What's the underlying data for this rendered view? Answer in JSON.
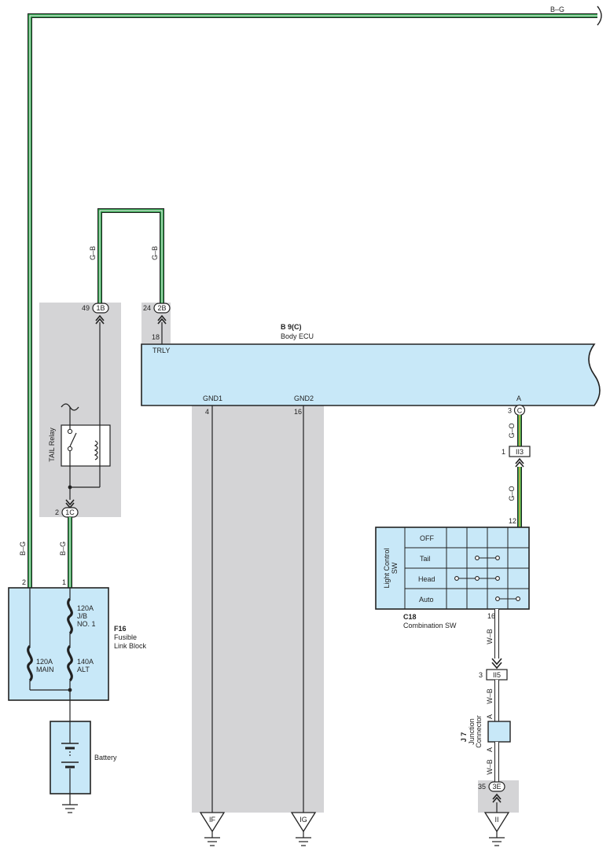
{
  "wire_colors": {
    "green": "#2e9e4a",
    "orange": "#d9b84a",
    "black": "#222222",
    "white": "#ffffff",
    "shade": "#d4d4d6",
    "fill": "#c8e8f8"
  },
  "wires": {
    "top_bg": "B–G",
    "left_bg": "B–G",
    "fuse_bg": "B–G",
    "loop_left": "G–B",
    "loop_right": "G–B",
    "go_upper": "G–O",
    "go_lower": "G–O",
    "wb_1": "W–B",
    "wb_2": "W–B",
    "wb_3": "W–B"
  },
  "connectors": {
    "c1b": {
      "pin": "49",
      "code": "1B"
    },
    "c2b": {
      "pin": "24",
      "code": "2B"
    },
    "c1c": {
      "pin": "2",
      "code": "1C"
    },
    "c3c": {
      "pin": "3",
      "code": "C"
    },
    "ii3": {
      "pin": "1",
      "code": "II3"
    },
    "ii5": {
      "pin": "3",
      "code": "II5"
    },
    "c3e": {
      "pin": "35",
      "code": "3E"
    }
  },
  "ecu": {
    "ref": "B 9(C)",
    "name": "Body ECU",
    "pin_trly": "18",
    "label_trly": "TRLY",
    "label_gnd1": "GND1",
    "pin_gnd1": "4",
    "label_gnd2": "GND2",
    "pin_gnd2": "16",
    "label_a": "A"
  },
  "relay": {
    "name": "TAIL Relay"
  },
  "fusible": {
    "ref": "F16",
    "name1": "Fusible",
    "name2": "Link Block",
    "pin_left": "2",
    "pin_right": "1",
    "fuse_jb_1": "120A",
    "fuse_jb_2": "J/B",
    "fuse_jb_3": "NO. 1",
    "fuse_main_1": "120A",
    "fuse_main_2": "MAIN",
    "fuse_alt_1": "140A",
    "fuse_alt_2": "ALT"
  },
  "battery": {
    "name": "Battery"
  },
  "switch": {
    "ref": "C18",
    "name": "Combination SW",
    "side_1": "Light Control",
    "side_2": "SW",
    "pin_top": "12",
    "pin_bottom": "16",
    "rows": [
      "OFF",
      "Tail",
      "Head",
      "Auto"
    ]
  },
  "junction": {
    "ref": "J 7",
    "name_1": "Junction",
    "name_2": "Connector",
    "pin_top": "A",
    "pin_bottom": "A"
  },
  "grounds": {
    "g1": "IF",
    "g2": "IG",
    "g3": "II"
  }
}
